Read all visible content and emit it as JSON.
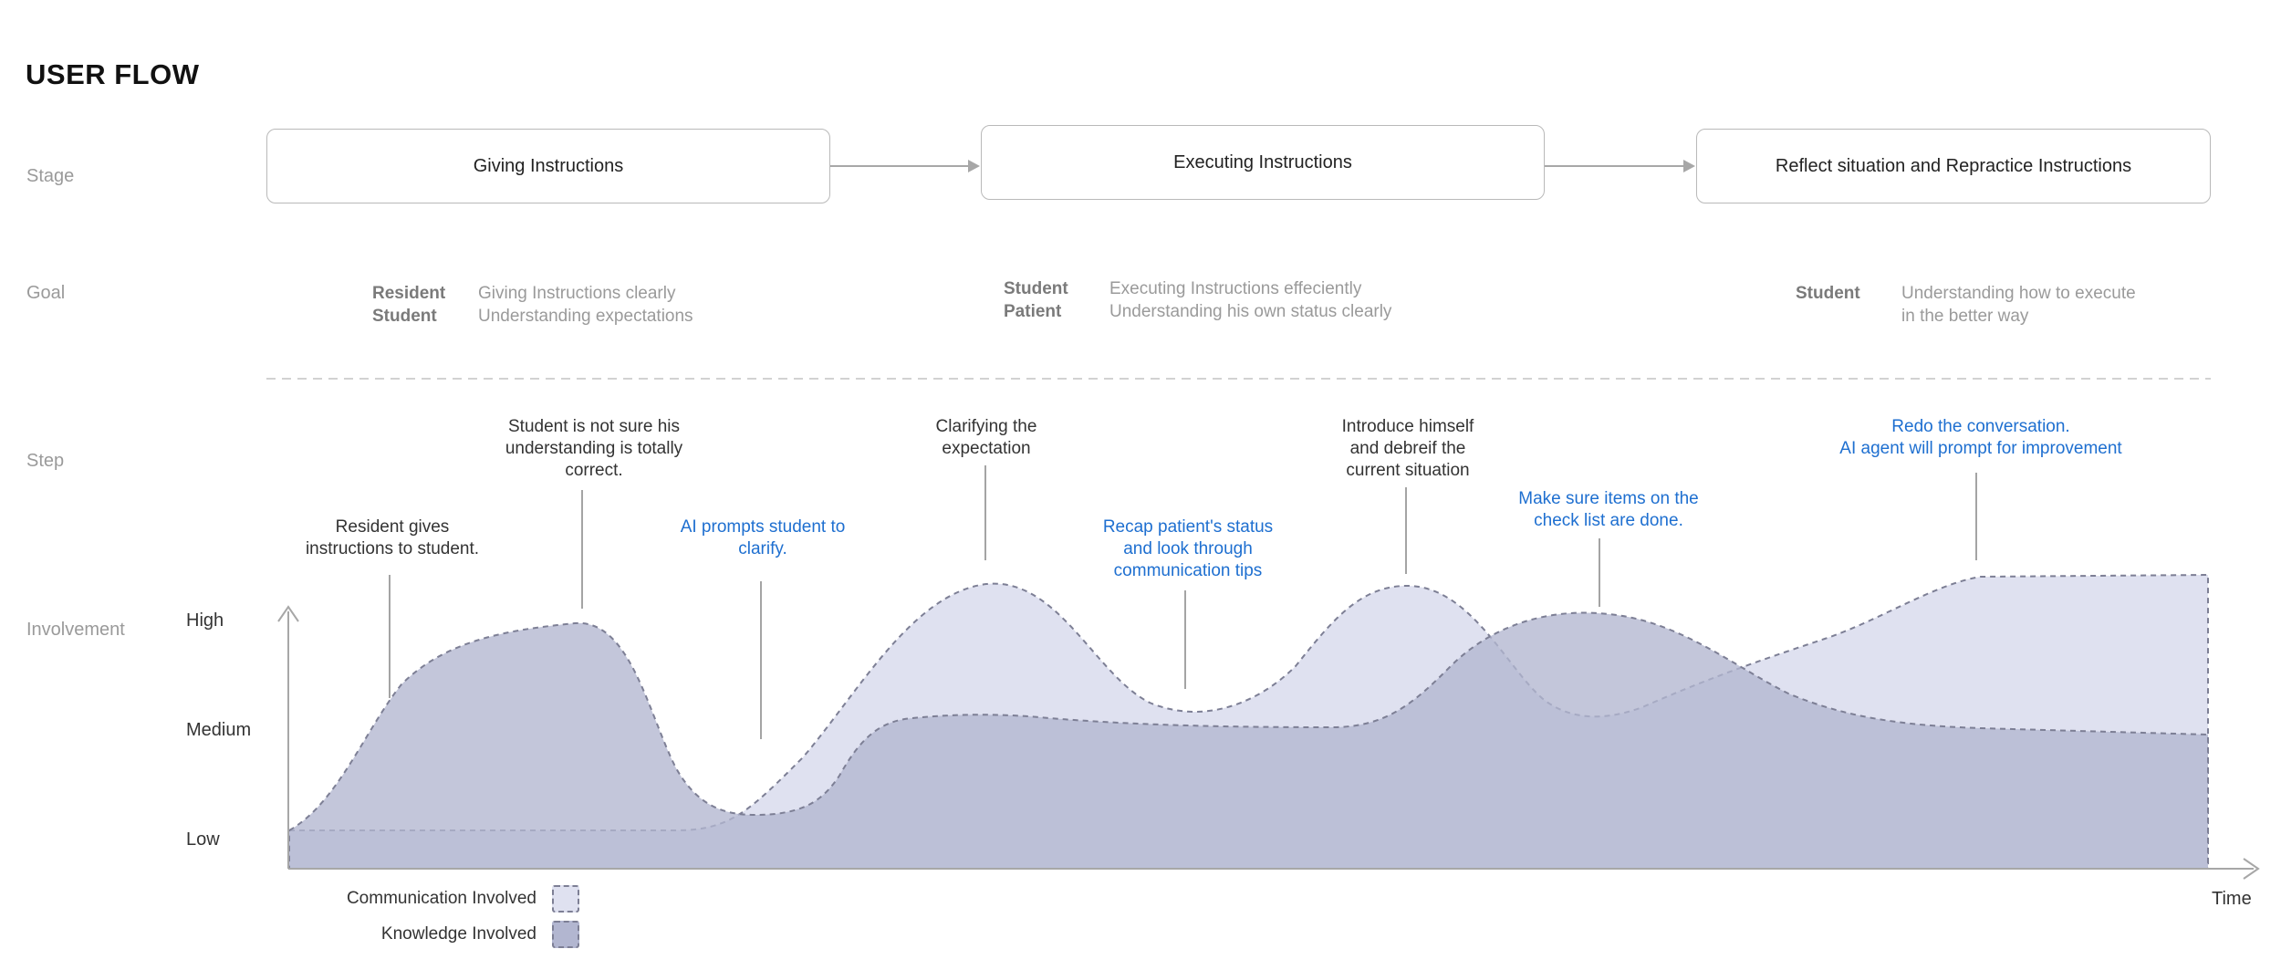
{
  "title": "USER FLOW",
  "row_labels": {
    "stage": "Stage",
    "goal": "Goal",
    "step": "Step",
    "involvement": "Involvement"
  },
  "stages": [
    {
      "label": "Giving Instructions"
    },
    {
      "label": "Executing Instructions"
    },
    {
      "label": "Reflect situation and Repractice Instructions"
    }
  ],
  "goals": [
    {
      "roles": [
        "Resident",
        "Student"
      ],
      "texts": [
        "Giving Instructions clearly",
        "Understanding expectations"
      ]
    },
    {
      "roles": [
        "Student",
        "Patient"
      ],
      "texts": [
        "Executing Instructions effeciently",
        "Understanding his own status clearly"
      ]
    },
    {
      "roles": [
        "Student"
      ],
      "texts": [
        "Understanding how to execute",
        "in the better way"
      ]
    }
  ],
  "steps": [
    {
      "lines": [
        "Resident gives",
        "instructions to student."
      ],
      "ai": false
    },
    {
      "lines": [
        "Student is not sure his",
        "understanding is totally",
        "correct."
      ],
      "ai": false
    },
    {
      "lines": [
        "AI prompts student to",
        "clarify."
      ],
      "ai": true
    },
    {
      "lines": [
        "Clarifying the",
        "expectation"
      ],
      "ai": false
    },
    {
      "lines": [
        "Recap patient's status",
        "and look through",
        "communication tips"
      ],
      "ai": true
    },
    {
      "lines": [
        "Introduce himself",
        "and debreif the",
        "current situation"
      ],
      "ai": false
    },
    {
      "lines": [
        "Make sure items on the",
        "check list are done."
      ],
      "ai": true
    },
    {
      "lines": [
        "Redo the conversation.",
        "AI agent will prompt for improvement"
      ],
      "ai": true
    }
  ],
  "chart_data": {
    "type": "area",
    "y_levels": [
      "Low",
      "Medium",
      "High"
    ],
    "x_label": "Time",
    "series": [
      {
        "name": "Communication Involved",
        "color": "#dfe1f0"
      },
      {
        "name": "Knowledge Involved",
        "color": "#b2b6d0"
      }
    ]
  },
  "colors": {
    "ai_text": "#1e6fd0",
    "muted": "#9a9a9a",
    "stroke": "#7d7f95"
  }
}
